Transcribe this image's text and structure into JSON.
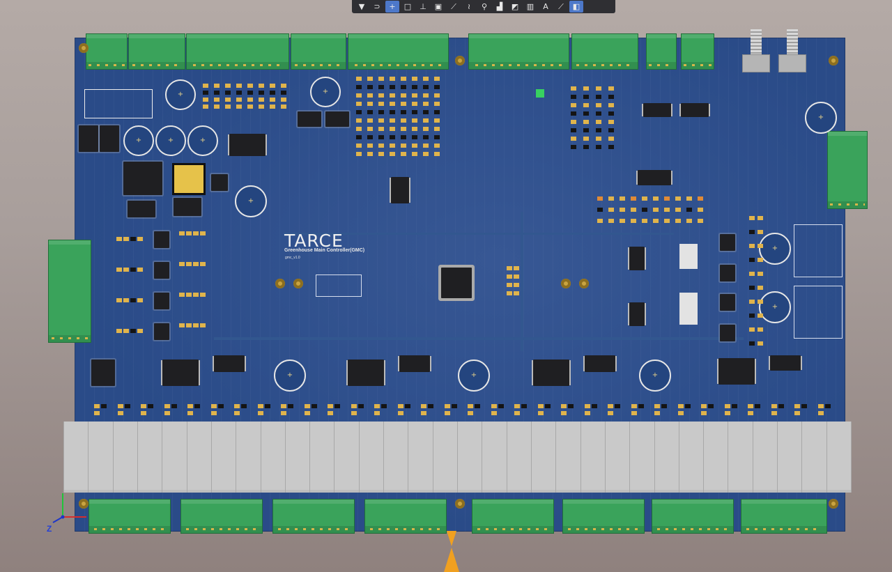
{
  "toolbar": {
    "buttons": [
      {
        "icon": "filter-icon",
        "glyph": "▼",
        "active": false
      },
      {
        "icon": "magnet-icon",
        "glyph": "⊃",
        "active": false
      },
      {
        "icon": "crosshair-icon",
        "glyph": "+",
        "active": true
      },
      {
        "icon": "select-rect-icon",
        "glyph": "□",
        "active": false
      },
      {
        "icon": "align-icon",
        "glyph": "⊥",
        "active": false
      },
      {
        "icon": "component-icon",
        "glyph": "▣",
        "active": false
      },
      {
        "icon": "route-icon",
        "glyph": "⟋",
        "active": false
      },
      {
        "icon": "bus-icon",
        "glyph": "≀",
        "active": false
      },
      {
        "icon": "pin-icon",
        "glyph": "⚲",
        "active": false
      },
      {
        "icon": "region-icon",
        "glyph": "▟",
        "active": false
      },
      {
        "icon": "measure-icon",
        "glyph": "◩",
        "active": false
      },
      {
        "icon": "chart-icon",
        "glyph": "▥",
        "active": false
      },
      {
        "icon": "text-icon",
        "glyph": "A",
        "active": false
      },
      {
        "icon": "line-icon",
        "glyph": "⟋",
        "active": false
      },
      {
        "icon": "3d-view-icon",
        "glyph": "◧",
        "active": true
      }
    ]
  },
  "board": {
    "brand": "TARCE",
    "title": "Greenhouse Main Controller(GMC)",
    "version": "gmc_v1.0"
  },
  "axis": {
    "z_label": "Z"
  },
  "colors": {
    "board": "#2a4b88",
    "terminal": "#3aa35b",
    "relay": "#c9c9c9",
    "pad": "#e0b44c",
    "marker": "#f0a020"
  }
}
